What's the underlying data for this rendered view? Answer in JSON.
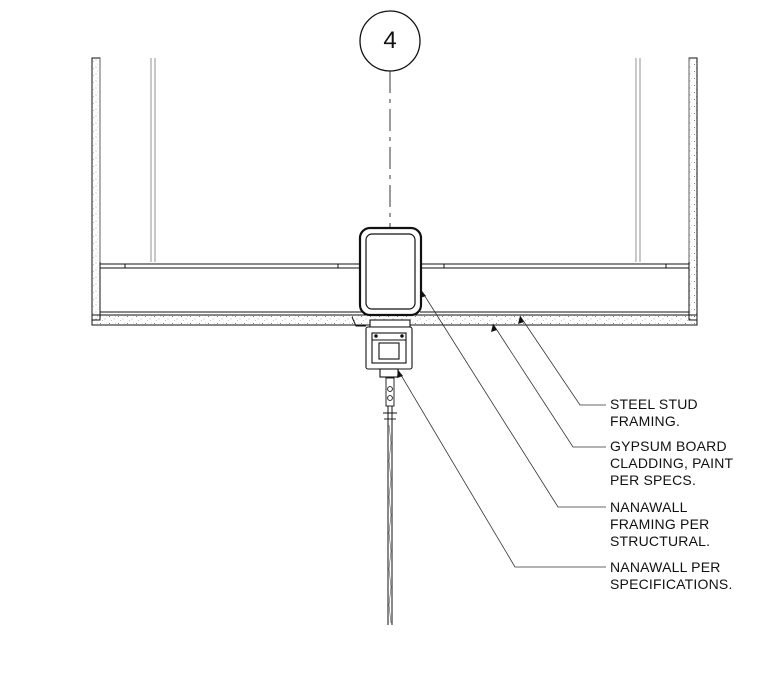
{
  "grid_marker": {
    "label": "4"
  },
  "notes": [
    {
      "id": "steel-stud",
      "lines": [
        "STEEL STUD",
        "FRAMING."
      ]
    },
    {
      "id": "gypsum-board",
      "lines": [
        "GYPSUM BOARD",
        "CLADDING, PAINT",
        "PER SPECS."
      ]
    },
    {
      "id": "nanawall-framing",
      "lines": [
        "NANAWALL",
        "FRAMING PER",
        "STRUCTURAL."
      ]
    },
    {
      "id": "nanawall",
      "lines": [
        "NANAWALL PER",
        "SPECIFICATIONS."
      ]
    }
  ],
  "colors": {
    "line": "#111111",
    "light_line": "#888888"
  }
}
